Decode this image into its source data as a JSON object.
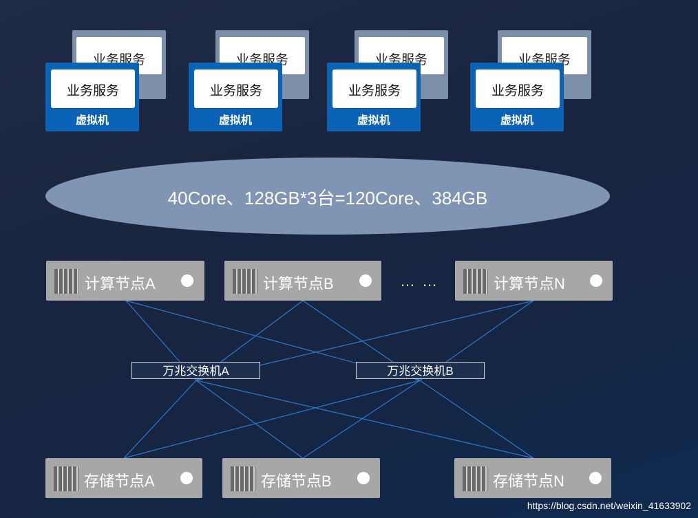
{
  "vm_groups": [
    {
      "back_service": "业务服务",
      "front_service": "业务服务",
      "vm": "虚拟机"
    },
    {
      "back_service": "业务服务",
      "front_service": "业务服务",
      "vm": "虚拟机"
    },
    {
      "back_service": "业务服务",
      "front_service": "业务服务",
      "vm": "虚拟机"
    },
    {
      "back_service": "业务服务",
      "front_service": "业务服务",
      "vm": "虚拟机"
    }
  ],
  "resource_pool": "40Core、128GB*3台=120Core、384GB",
  "compute_nodes": [
    "计算节点A",
    "计算节点B",
    "计算节点N"
  ],
  "ellipsis": "… …",
  "switches": [
    "万兆交换机A",
    "万兆交换机B"
  ],
  "storage_nodes": [
    "存储节点A",
    "存储节点B",
    "存储节点N"
  ],
  "watermark": "https://blog.csdn.net/weixin_41633902",
  "colors": {
    "background": "#1a2540",
    "vm_front": "#0b63b8",
    "vm_back": "#7c8fa9",
    "pool": "#7f95b3",
    "node": "#a7a7a7",
    "link": "#2f79c9"
  }
}
